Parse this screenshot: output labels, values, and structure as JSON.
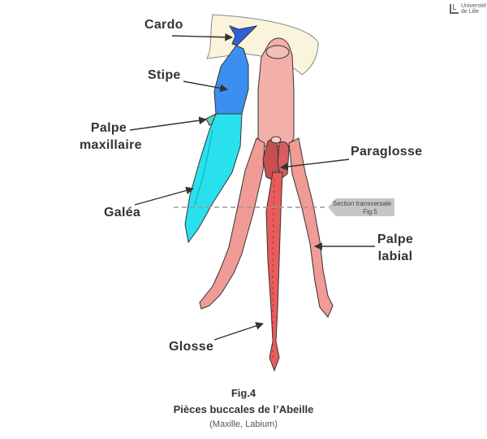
{
  "logo": {
    "text": "Université\nde Lille"
  },
  "labels": {
    "cardo": "Cardo",
    "stipe": "Stipe",
    "palpe_maxillaire": "Palpe\nmaxillaire",
    "galea": "Galéa",
    "paraglosse": "Paraglosse",
    "palpe_labial": "Palpe\nlabial",
    "glosse": "Glosse"
  },
  "section_tag": {
    "line1": "Section transversale",
    "line2": "Fig.5"
  },
  "caption": {
    "figure": "Fig.4",
    "title": "Pièces buccales de l’Abeille",
    "subtitle": "(Maxille, Labium)"
  },
  "colors": {
    "cardo": "#2f5fd8",
    "stipe": "#3b8ff0",
    "galea": "#29e0ee",
    "mentum": "#f3b0aa",
    "labial_palp": "#f09b95",
    "paraglossa": "#d65e5e",
    "glossa": "#e85c5c",
    "outline": "#444444"
  }
}
